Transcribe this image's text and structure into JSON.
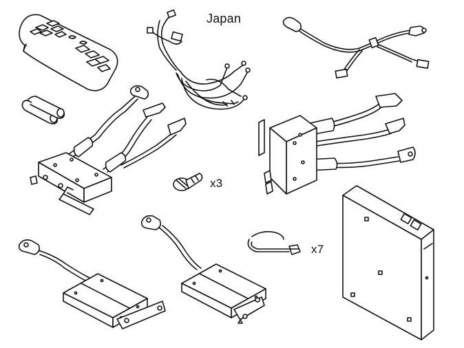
{
  "labels": {
    "region": "Japan",
    "screw_qty": "x3",
    "tie_qty": "x7"
  },
  "colors": {
    "line": "#111111",
    "fill": "#ffffff",
    "shade": "#d9d9d9"
  },
  "parts": [
    {
      "icon": "remote-control-icon"
    },
    {
      "icon": "batteries-icon"
    },
    {
      "icon": "wiring-harness-icon"
    },
    {
      "icon": "y-cable-icon"
    },
    {
      "icon": "dual-sensor-module-icon"
    },
    {
      "icon": "screw-icon"
    },
    {
      "icon": "control-unit-icon"
    },
    {
      "icon": "cable-tie-icon"
    },
    {
      "icon": "sensor-module-icon"
    },
    {
      "icon": "enclosure-box-icon"
    }
  ]
}
